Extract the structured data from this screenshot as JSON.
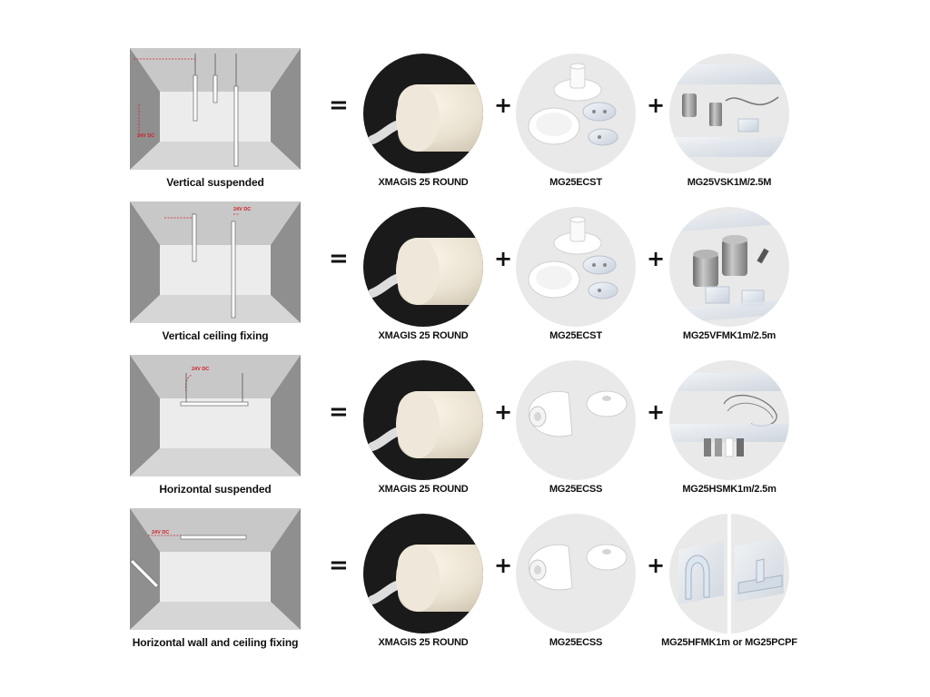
{
  "voltage_label": "24V DC",
  "colors": {
    "room_side": "#8f8f8f",
    "room_floor": "#d6d6d6",
    "room_back": "#e8e8e8",
    "room_ceiling": "#c8c8c8",
    "wire_red": "#d0202a",
    "dark_circle": "#1a1a1a",
    "light_circle": "#e9e9e9"
  },
  "icons": {
    "equals": "equals-icon",
    "plus": "plus-icon"
  },
  "equals_symbol": "=",
  "plus_symbol": "+",
  "rows": [
    {
      "room_label": "Vertical suspended",
      "products": [
        {
          "name": "XMAGIS 25 ROUND",
          "image": "led-profile-icon"
        },
        {
          "name": "MG25ECST",
          "image": "end-cap-set-icon"
        },
        {
          "name": "MG25VSK1M/2.5M",
          "image": "suspension-kit-icon"
        }
      ]
    },
    {
      "room_label": "Vertical ceiling fixing",
      "products": [
        {
          "name": "XMAGIS 25 ROUND",
          "image": "led-profile-icon"
        },
        {
          "name": "MG25ECST",
          "image": "end-cap-set-icon"
        },
        {
          "name": "MG25VFMK1m/2.5m",
          "image": "ceiling-mount-kit-icon"
        }
      ]
    },
    {
      "room_label": "Horizontal suspended",
      "products": [
        {
          "name": "XMAGIS 25 ROUND",
          "image": "led-profile-icon"
        },
        {
          "name": "MG25ECSS",
          "image": "side-end-cap-icon"
        },
        {
          "name": "MG25HSMK1m/2.5m",
          "image": "horizontal-suspension-kit-icon"
        }
      ]
    },
    {
      "room_label": "Horizontal wall and ceiling fixing",
      "products": [
        {
          "name": "XMAGIS 25 ROUND",
          "image": "led-profile-icon"
        },
        {
          "name": "MG25ECSS",
          "image": "side-end-cap-icon"
        },
        {
          "name": "MG25HFMK1m or MG25PCPF",
          "image": "mounting-clip-icon"
        }
      ]
    }
  ]
}
